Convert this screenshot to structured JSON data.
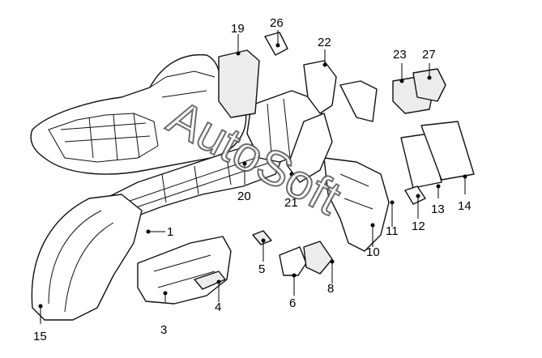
{
  "watermark": "AutoSoft",
  "callouts": [
    {
      "id": "c1",
      "label": "1"
    },
    {
      "id": "c3",
      "label": "3"
    },
    {
      "id": "c4",
      "label": "4"
    },
    {
      "id": "c5",
      "label": "5"
    },
    {
      "id": "c6",
      "label": "6"
    },
    {
      "id": "c8",
      "label": "8"
    },
    {
      "id": "c10",
      "label": "10"
    },
    {
      "id": "c11",
      "label": "11"
    },
    {
      "id": "c12",
      "label": "12"
    },
    {
      "id": "c13",
      "label": "13"
    },
    {
      "id": "c14",
      "label": "14"
    },
    {
      "id": "c15",
      "label": "15"
    },
    {
      "id": "c19",
      "label": "19"
    },
    {
      "id": "c20",
      "label": "20"
    },
    {
      "id": "c21",
      "label": "21"
    },
    {
      "id": "c22",
      "label": "22"
    },
    {
      "id": "c23",
      "label": "23"
    },
    {
      "id": "c26",
      "label": "26"
    },
    {
      "id": "c27",
      "label": "27"
    }
  ]
}
